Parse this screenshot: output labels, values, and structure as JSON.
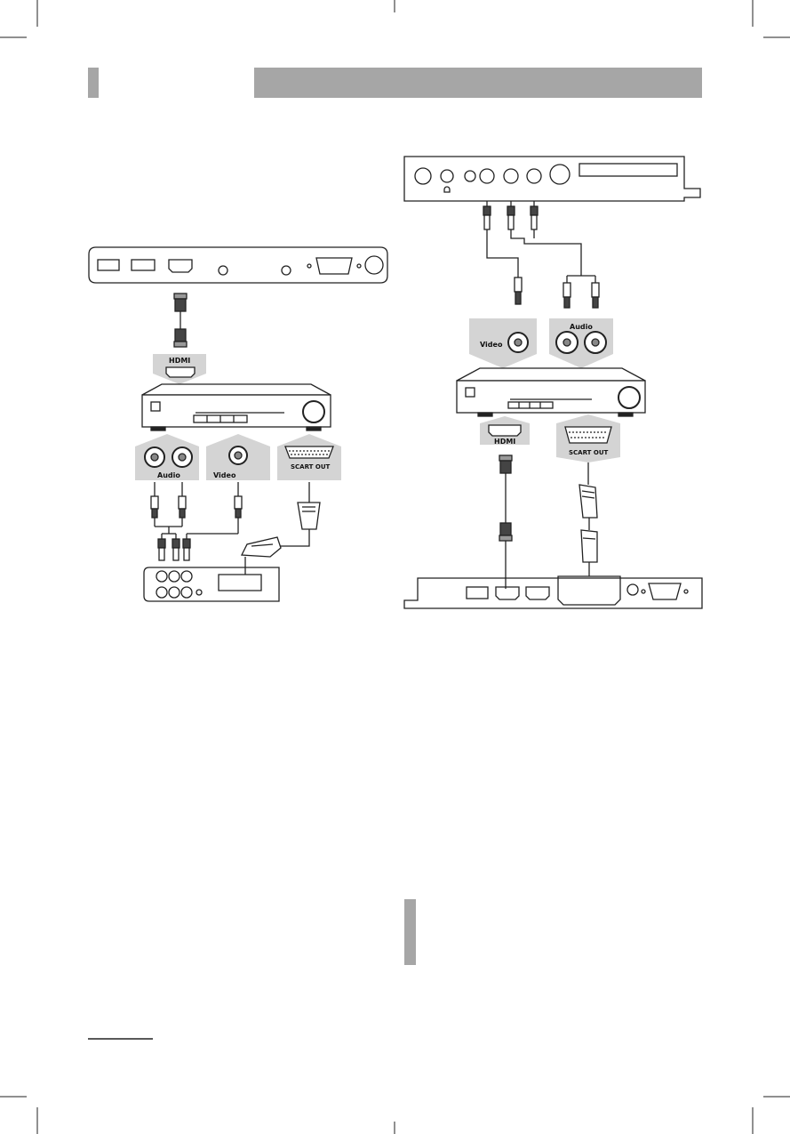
{
  "left_diagram": {
    "hdmi_label": "HDMI",
    "audio_label": "Audio",
    "video_label": "Video",
    "scart_label": "SCART OUT"
  },
  "right_diagram": {
    "video_label": "Video",
    "audio_label": "Audio",
    "hdmi_label": "HDMI",
    "scart_label": "SCART OUT"
  },
  "colors": {
    "header_bar": "#a6a6a6",
    "port_panel": "#d4d4d4",
    "line": "#222222"
  }
}
